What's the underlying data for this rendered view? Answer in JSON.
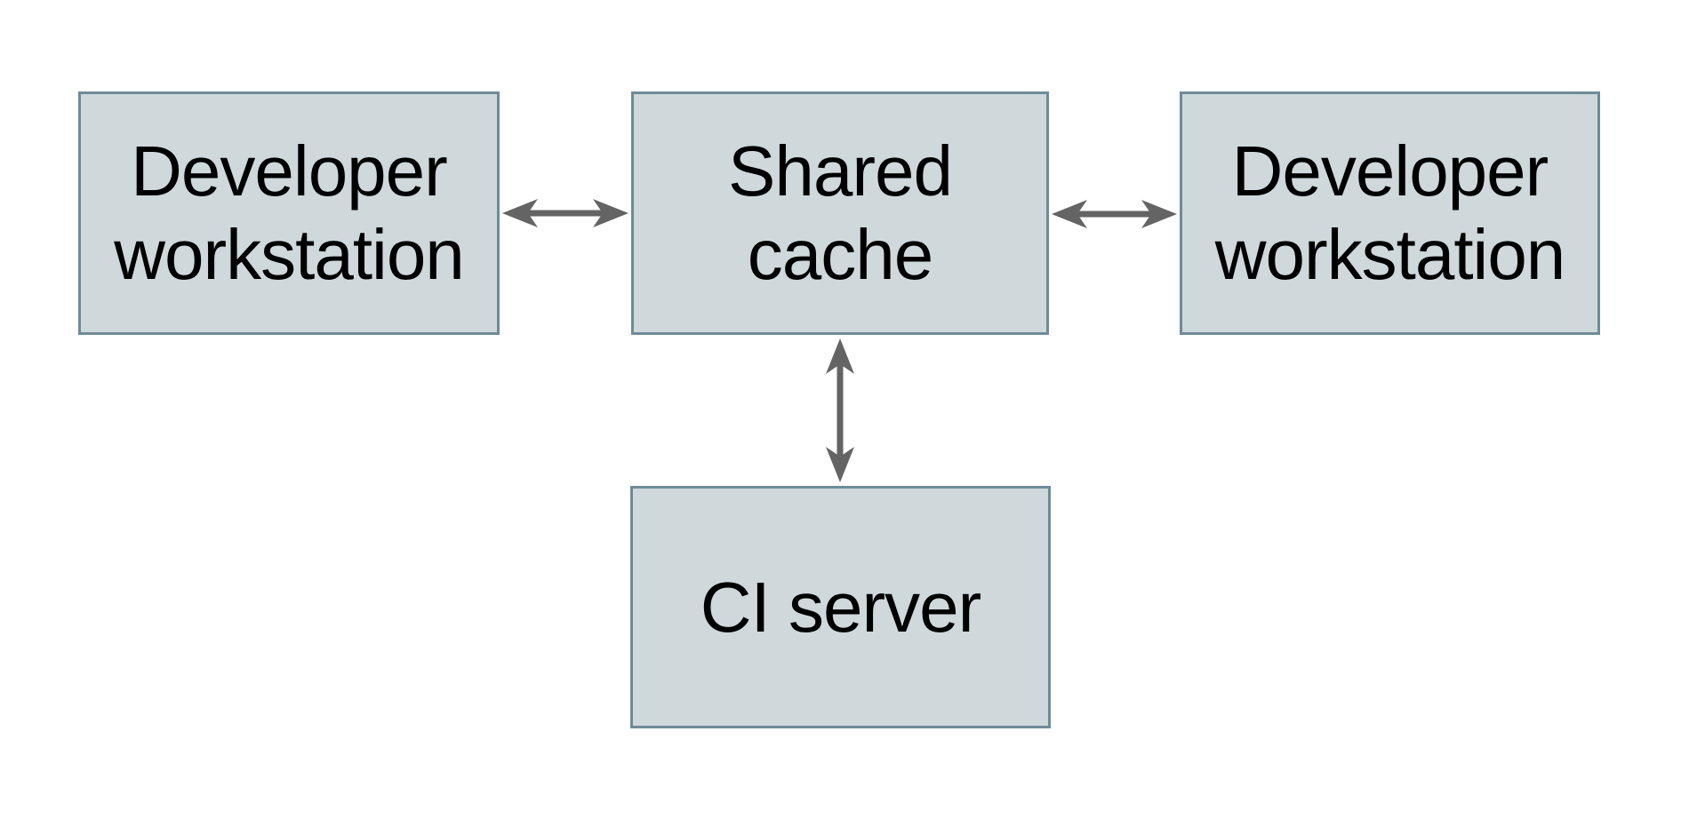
{
  "theme": {
    "background": "#ffffff",
    "node_fill": "#cfd8db",
    "node_border": "#6f8b99",
    "arrow_color": "#646464",
    "text_color": "#000000"
  },
  "diagram": {
    "nodes": [
      {
        "id": "developer-workstation-left",
        "lines": [
          "Developer",
          "workstation"
        ]
      },
      {
        "id": "shared-cache",
        "lines": [
          "Shared",
          "cache"
        ]
      },
      {
        "id": "developer-workstation-right",
        "lines": [
          "Developer",
          "workstation"
        ]
      },
      {
        "id": "ci-server",
        "lines": [
          "CI server"
        ]
      }
    ],
    "edges": [
      {
        "from": "developer-workstation-left",
        "to": "shared-cache",
        "type": "bidirectional"
      },
      {
        "from": "shared-cache",
        "to": "developer-workstation-right",
        "type": "bidirectional"
      },
      {
        "from": "shared-cache",
        "to": "ci-server",
        "type": "bidirectional"
      }
    ]
  }
}
